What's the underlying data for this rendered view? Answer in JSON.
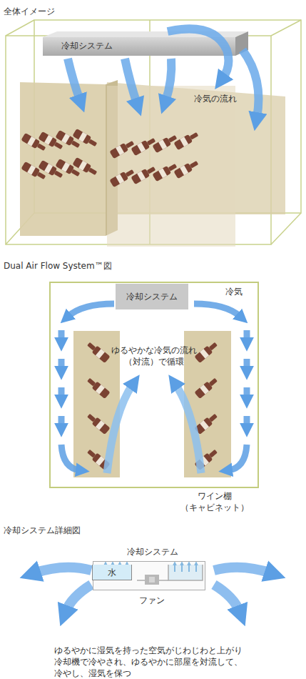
{
  "diagram": {
    "caption": "ゆるやかに湿気を持った空気がじわじわと上がり 冷却機で冷やされ、ゆるやかに部屋を対流して、 冷やし、湿気を保つ",
    "nodes": [
      {
        "text": [
          "冷却システム"
        ]
      },
      {
        "text": [
          "冷却システム"
        ]
      },
      {
        "text": [
          "冷却システム"
        ]
      },
      {
        "text": [
          "水"
        ],
        "in": 2
      }
    ],
    "labels": [
      "全体イメージ",
      "冷気の流れ",
      "Dual Air Flow System™図",
      "冷気",
      "ゆるやかな冷気の流れ （対流）で循環",
      "ワイン棚 （キャビネット）",
      "冷却システム詳細図",
      "ファン"
    ]
  }
}
